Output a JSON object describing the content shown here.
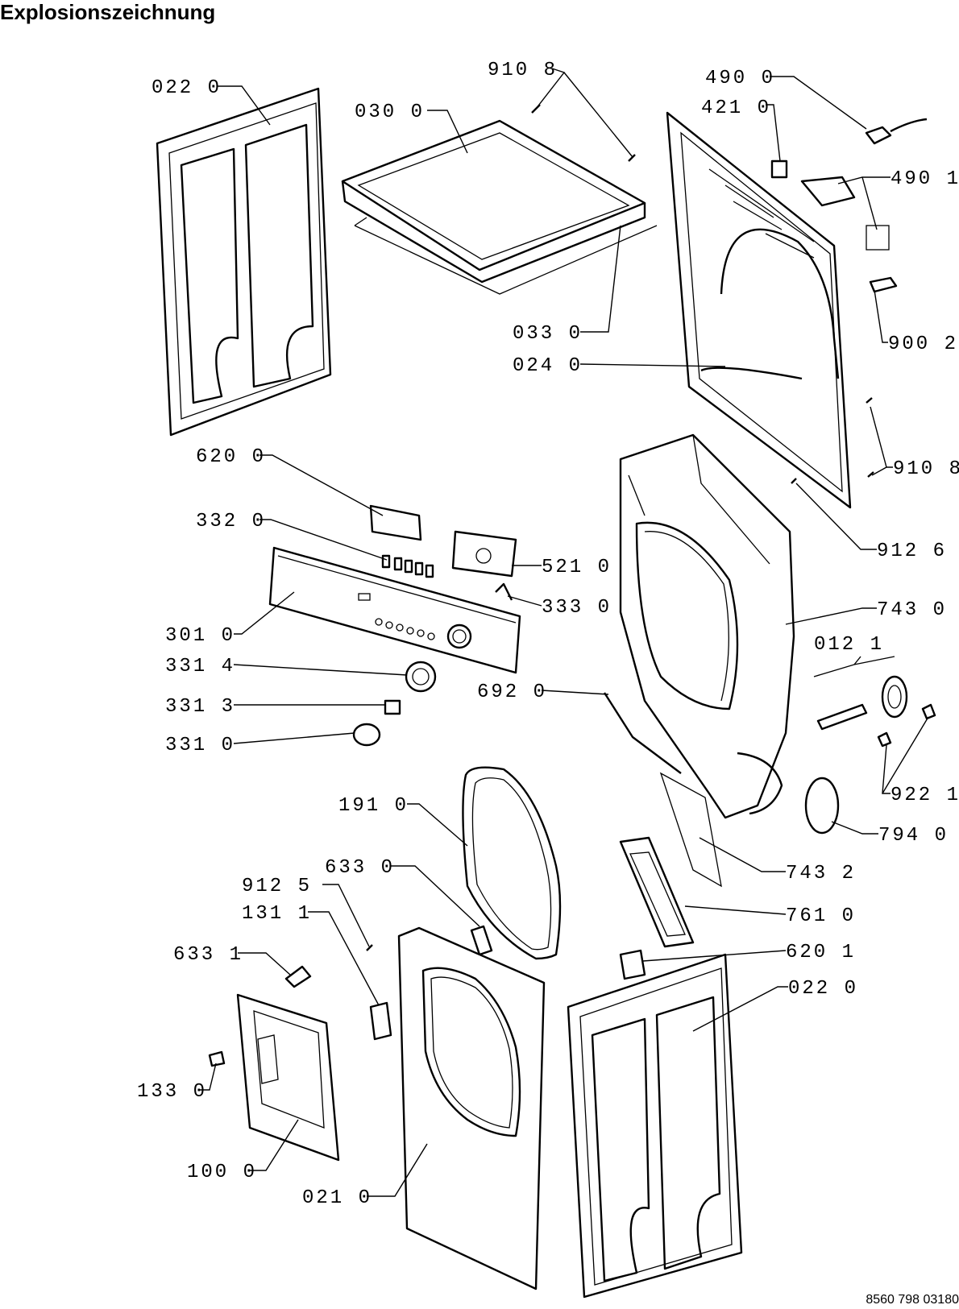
{
  "title": "Explosionszeichnung",
  "doc_code": "8560 798 03180",
  "labels": [
    "022 0",
    "030 0",
    "910 8",
    "490 0",
    "421 0",
    "490 1",
    "033 0",
    "024 0",
    "900 2",
    "910 8",
    "620 0",
    "332 0",
    "521 0",
    "333 0",
    "912 6",
    "743 0",
    "301 0",
    "012 1",
    "331 4",
    "692 0",
    "331 3",
    "331 0",
    "922 1",
    "191 0",
    "794 0",
    "743 2",
    "633 0",
    "912 5",
    "761 0",
    "131 1",
    "620 1",
    "633 1",
    "022 0",
    "133 0",
    "100 0",
    "021 0"
  ]
}
